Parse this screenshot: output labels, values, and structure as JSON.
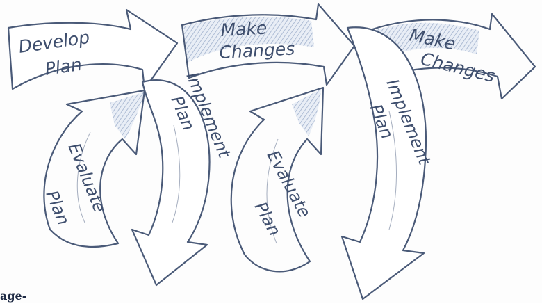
{
  "diagram": {
    "arrows": [
      {
        "id": "develop-plan",
        "label_lines": [
          "Develop",
          "Plan"
        ]
      },
      {
        "id": "implement-plan-1",
        "label_lines": [
          "Implement",
          "Plan"
        ]
      },
      {
        "id": "make-changes-1",
        "label_lines": [
          "Make",
          "Changes"
        ]
      },
      {
        "id": "evaluate-plan-1",
        "label_lines": [
          "Evaluate",
          "Plan"
        ]
      },
      {
        "id": "implement-plan-2",
        "label_lines": [
          "Implement",
          "Plan"
        ]
      },
      {
        "id": "evaluate-plan-2",
        "label_lines": [
          "Evaluate",
          "Plan"
        ]
      },
      {
        "id": "make-changes-2",
        "label_lines": [
          "Make",
          "Changes"
        ]
      }
    ]
  },
  "footer_fragment": "age-",
  "colors": {
    "ink": "#3f4f6e",
    "outline": "#4a5a78",
    "shade": "#9fb0cc"
  }
}
